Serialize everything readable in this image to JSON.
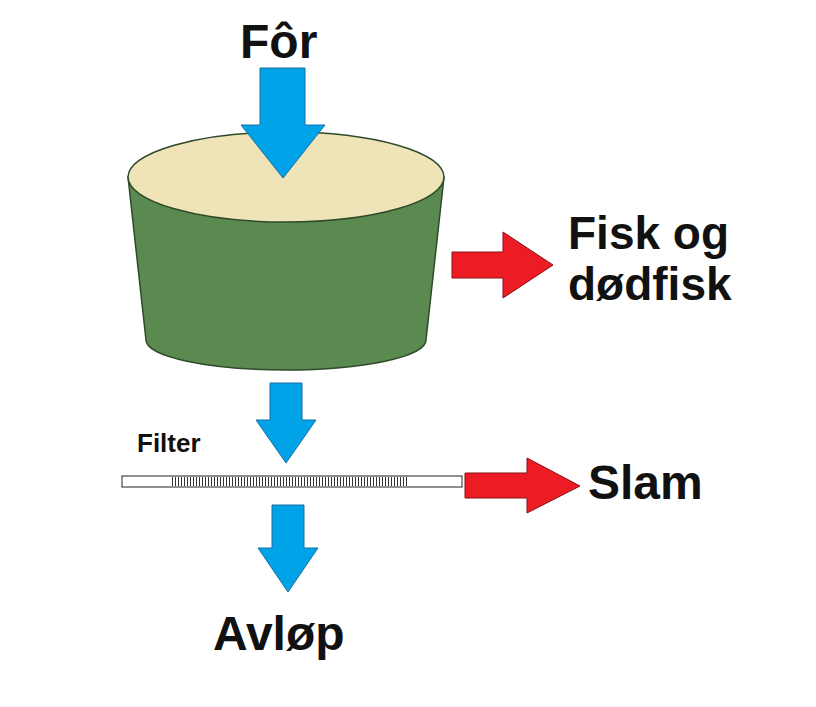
{
  "diagram": {
    "nodes": [
      {
        "text": [
          "Filter"
        ]
      }
    ],
    "labels": [
      "Fôr",
      "Fisk og dødfisk",
      "Slam",
      "Avløp"
    ]
  }
}
